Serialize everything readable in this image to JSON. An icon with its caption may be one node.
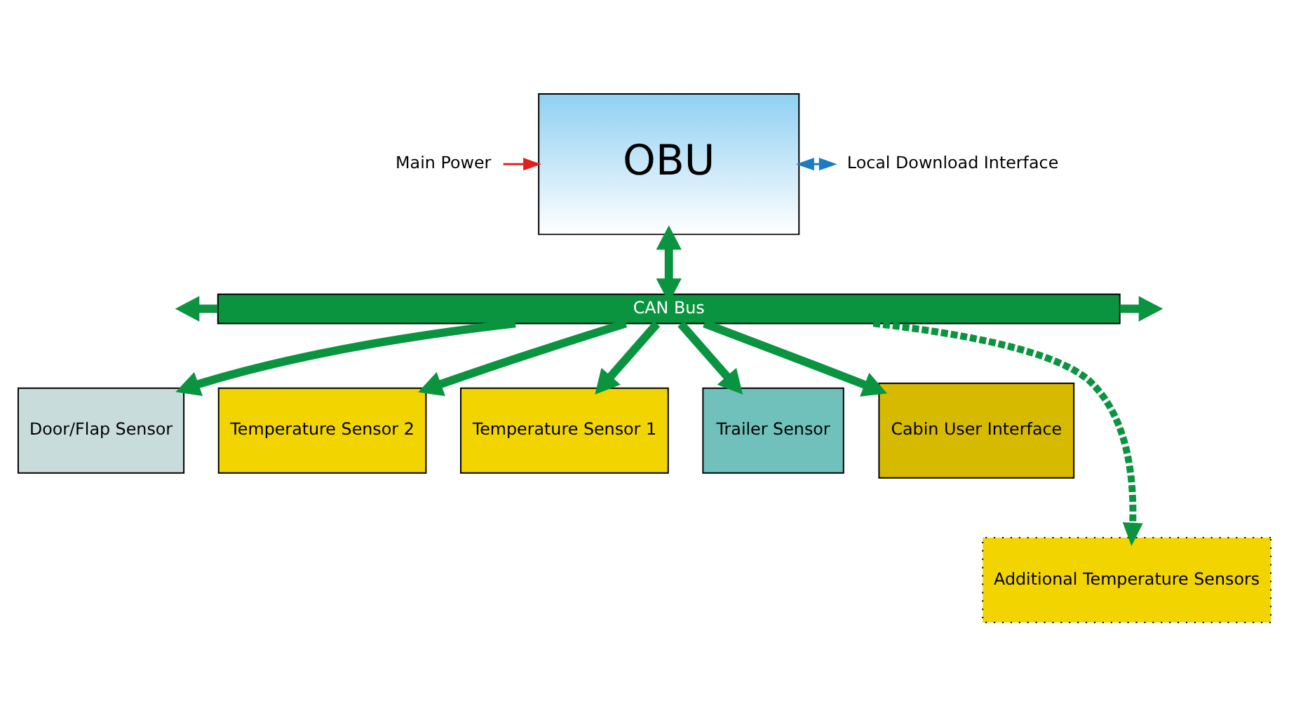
{
  "diagram": {
    "nodes": [
      {
        "text": [
          "Main Power"
        ]
      },
      {
        "text": [
          "OBU"
        ]
      },
      {
        "text": [
          "Local Download Interface"
        ]
      },
      {
        "text": [
          "CAN Bus"
        ]
      },
      {
        "text": [
          "Door/Flap Sensor"
        ]
      },
      {
        "text": [
          "Temperature Sensor 2"
        ]
      },
      {
        "text": [
          "Temperature Sensor 1"
        ]
      },
      {
        "text": [
          "Trailer Sensor"
        ]
      },
      {
        "text": [
          "Cabin User Interface"
        ]
      },
      {
        "text": [
          "Additional Temperature Sensors"
        ]
      }
    ],
    "edges": [
      {
        "from": 0,
        "to": 1,
        "arrow": "to",
        "color": "#e0201e"
      },
      {
        "from": 1,
        "to": 2,
        "arrow": "both",
        "color": "#1a7cc4"
      },
      {
        "from": 3,
        "to": 1,
        "arrow": "both"
      },
      {
        "from": 3,
        "to": null,
        "arrow": "to"
      },
      {
        "from": 3,
        "to": null,
        "arrow": "to"
      },
      {
        "from": 3,
        "to": 4,
        "arrow": "to"
      },
      {
        "from": 3,
        "to": 5,
        "arrow": "to"
      },
      {
        "from": 3,
        "to": 9,
        "arrow": "to",
        "style": "dashed"
      },
      {
        "from": 3,
        "to": 6,
        "arrow": "to"
      },
      {
        "from": 3,
        "to": 7,
        "arrow": "to"
      },
      {
        "from": 3,
        "to": 8,
        "arrow": "to"
      }
    ]
  }
}
